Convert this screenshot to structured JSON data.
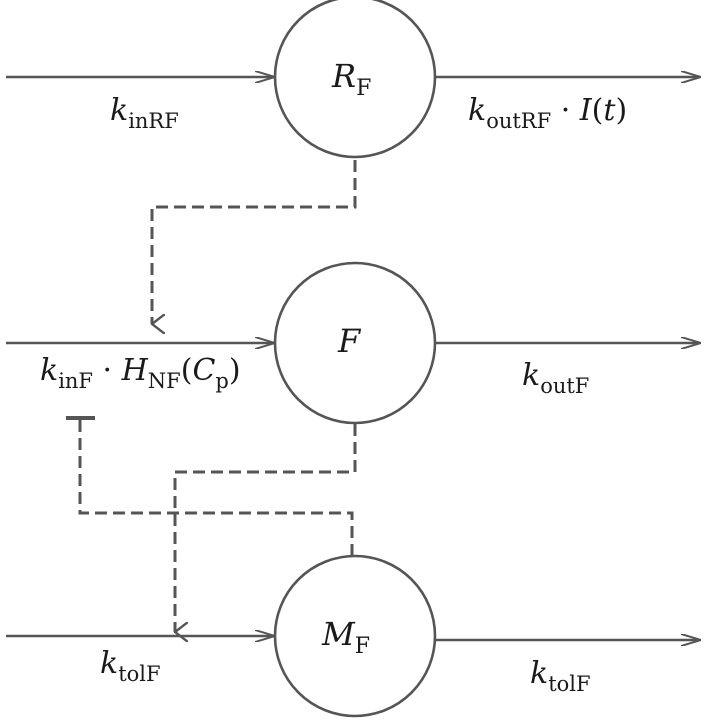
{
  "nodes": {
    "rf": {
      "symbol": "R",
      "sub": "F"
    },
    "f": {
      "symbol": "F",
      "sub": ""
    },
    "mf": {
      "symbol": "M",
      "sub": "F"
    }
  },
  "labels": {
    "k_in_rf": {
      "k": "k",
      "sub": "inRF"
    },
    "k_out_rf": {
      "k": "k",
      "sub": "outRF",
      "rest": " · ",
      "fn": "I",
      "tail": "(",
      "t": "t",
      "close": ")"
    },
    "k_in_f": {
      "k": "k",
      "sub": "inF",
      "dot": " · ",
      "h": "H",
      "hsub": "NF",
      "open": "(",
      "c": "C",
      "csub": "p",
      "close": ")"
    },
    "k_out_f": {
      "k": "k",
      "sub": "outF"
    },
    "k_tol_in": {
      "k": "k",
      "sub": "tolF"
    },
    "k_tol_out": {
      "k": "k",
      "sub": "tolF"
    }
  },
  "colors": {
    "stroke": "#555555",
    "dashed": "#555555",
    "text": "#1a1a1a"
  }
}
